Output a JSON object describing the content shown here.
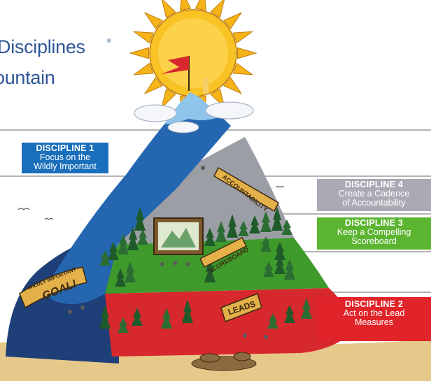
{
  "title": {
    "line1": "Disciplines",
    "registered": "®",
    "line2": "ountain"
  },
  "disciplines": [
    {
      "heading": "DISCIPLINE 1",
      "line1": "Focus on the",
      "line2": "Wildly Important",
      "color": "#1a6fbb"
    },
    {
      "heading": "DISCIPLINE 4",
      "line1": "Create a Cadence",
      "line2": "of Accountability",
      "color": "#a9aab4"
    },
    {
      "heading": "DISCIPLINE 3",
      "line1": "Keep a Compelling",
      "line2": "Scoreboard",
      "color": "#5cb531"
    },
    {
      "heading": "DISCIPLINE 2",
      "line1": "Act on the Lead",
      "line2": "Measures",
      "color": "#e0242a"
    }
  ],
  "signs": {
    "accountability": "ACCOUNTABILITY",
    "scoreboard": "SCOREBOARD",
    "leads": "LEADS",
    "wildly_important": "WILDLY IMPORTANT",
    "goal": "GOAL!"
  },
  "colors": {
    "title": "#2f5597",
    "sun": "#f6b418",
    "summit_ice": "#8fc5ea",
    "blue_face": "#2467b0",
    "gray_band": "#9c9ea6",
    "green_band": "#3f9a2c",
    "red_band": "#d7282e",
    "ground": "#e6c98a"
  }
}
